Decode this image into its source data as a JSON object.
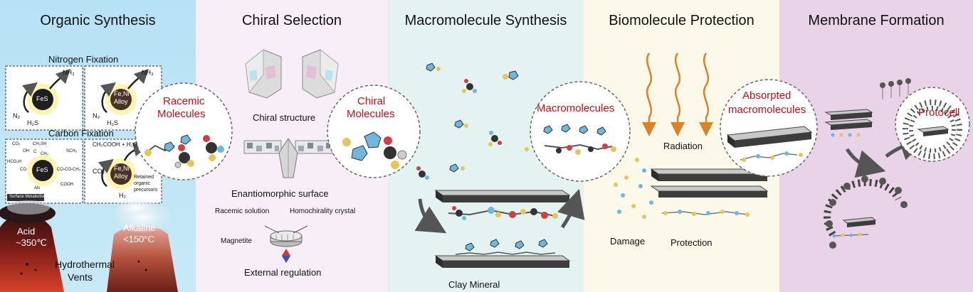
{
  "colors": {
    "panel1_bg": "#b9e2f5",
    "panel2_bg": "#f7eef7",
    "panel3_bg": "#e4f3f1",
    "panel4_bg": "#fdf9ea",
    "panel5_bg": "#e8d3e8",
    "accent_red": "#c0121a",
    "radiation_wave": "#d9822b",
    "mineral_dark": "#3b3b3b"
  },
  "panels": [
    {
      "title": "Organic Synthesis",
      "nitrogen_fixation": "Nitrogen Fixation",
      "nh3": "NH₃",
      "n2": "N₂",
      "h2s": "H₂S",
      "fes": "FeS",
      "feni": "Fe,Ni",
      "alloy": "Alloy",
      "carbon_fixation": "Carbon Fixation",
      "surface_metabolism": "Surface Metabolism",
      "ch3cooh": "CH₃COOH + H₂O",
      "co2": "CO₂",
      "h2": "H₂",
      "retained": "Retained",
      "organic": "organic",
      "precursors": "precursors",
      "mol_co2": "CO₂",
      "mol_ch3sh": "CH₃SH",
      "mol_oh": "OH",
      "mol_c": "C",
      "mol_ch3": "CH₃",
      "mol_hcooh": "HCO₂H",
      "mol_co": "CO",
      "mol_sch3": "SCH₃",
      "mol_cocoh": "CO-CO-CH₃",
      "mol_cooh": "COOH",
      "mol_als": "Als",
      "racemic_molecules_1": "Racemic",
      "racemic_molecules_2": "Molecules",
      "acid": "Acid",
      "acid_temp": "~350℃",
      "alkaline": "Alkaline",
      "alkaline_temp": "<150°C",
      "vents_1": "Hydrothermal",
      "vents_2": "Vents"
    },
    {
      "title": "Chiral Selection",
      "chiral_structure": "Chiral structure",
      "enantiomorphic_surface": "Enantiomorphic surface",
      "racemic_solution": "Racemic solution",
      "homochirality_crystal": "Homochirality crystal",
      "magnetite": "Magnetite",
      "external_regulation": "External regulation",
      "chiral_molecules_1": "Chiral",
      "chiral_molecules_2": "Molecules"
    },
    {
      "title": "Macromolecule Synthesis",
      "macromolecules": "Macromolecules",
      "clay_mineral": "Clay Mineral"
    },
    {
      "title": "Biomolecule Protection",
      "radiation": "Radiation",
      "damage": "Damage",
      "protection": "Protection",
      "absorpted_1": "Absorpted",
      "absorpted_2": "macromolecules"
    },
    {
      "title": "Membrane Formation",
      "protocell": "Protocell"
    }
  ]
}
